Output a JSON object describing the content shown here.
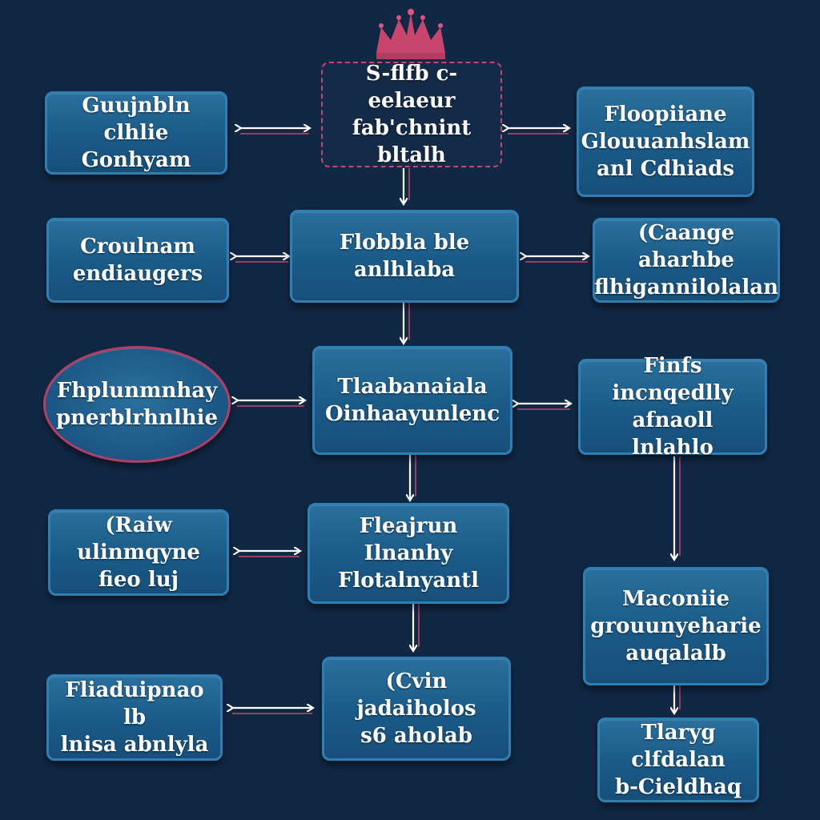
{
  "colors": {
    "background": "#112845",
    "node_fill": "#1a5a88",
    "node_border": "#2f7fb3",
    "accent": "#c8456e",
    "arrow": "#ffffff"
  },
  "icons": {
    "crown": "crown-icon"
  },
  "nodes": {
    "top": "S-flfb c-eelaeur\nfab'chnint bltalh",
    "top_left": "Guujnbln clhlie\nGonhyam",
    "top_right": "Floopiiane\nGlouuanhslam\nanl Cdhiads",
    "r2_left": "Croulnam\nendiaugers",
    "r2_center": "Flobbla ble anlhlaba",
    "r2_right": "(Caange aharhbe\nflhigannilolalan",
    "r3_left": "Fhplunmnhay\npnerblrhnlhie",
    "r3_center": "Tlaabanaiala\nOinhaayunlenc",
    "r3_right": "Finfs incnqedlly\nafnaoll lnlahlo",
    "r4_left": "(Raiw ulinmqyne\nfieo luj",
    "r4_center": "Fleajrun Ilnanhy\nFlotalnyantl",
    "r4_right": "Maconiie\ngrouunyeharie\nauqalalb",
    "r5_left": "Fliaduipnao  lb\nlnisa abnlyla",
    "r5_center": "(Cvin jadaiholos\ns6  aholab",
    "r5_right": "Tlaryg clfdalan\nb-Cieldhaq"
  }
}
